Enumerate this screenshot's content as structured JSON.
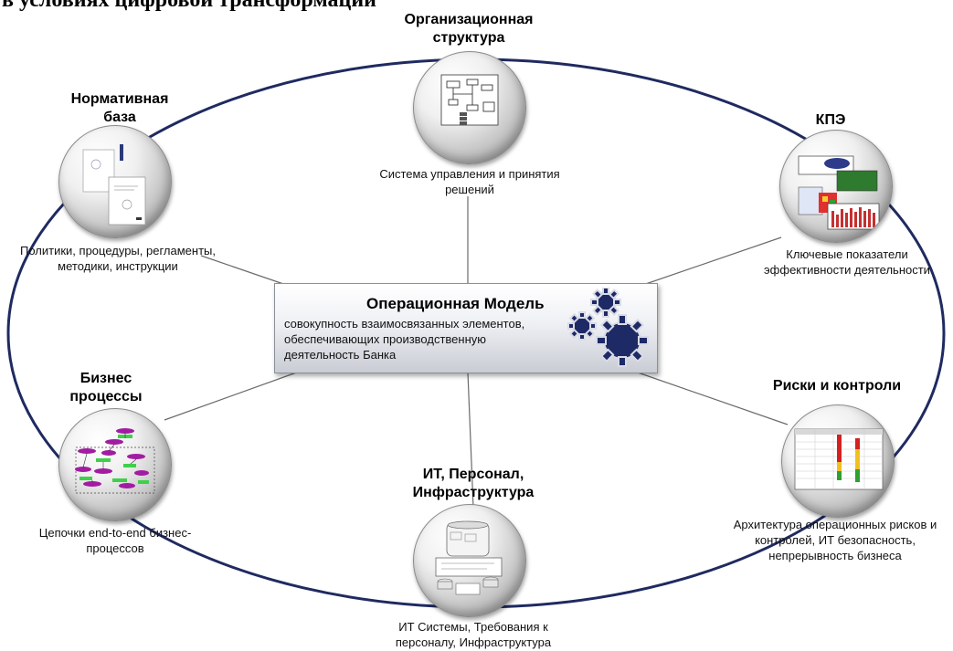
{
  "title": "в условиях цифровой трансформации",
  "center": {
    "title": "Операционная Модель",
    "description": "совокупность взаимосвязанных элементов, обеспечивающих производственную деятельность Банка"
  },
  "nodes": {
    "org": {
      "title_line1": "Организационная",
      "title_line2": "структура",
      "desc_line1": "Система управления и принятия",
      "desc_line2": "решений"
    },
    "norm": {
      "title_line1": "Нормативная",
      "title_line2": "база",
      "desc_line1": "Политики, процедуры, регламенты,",
      "desc_line2": "методики, инструкции"
    },
    "kpe": {
      "title_line1": "КПЭ",
      "desc_line1": "Ключевые показатели",
      "desc_line2": "эффективности деятельности"
    },
    "bp": {
      "title_line1": "Бизнес",
      "title_line2": "процессы",
      "desc_line1": "Цепочки end-to-end бизнес-",
      "desc_line2": "процессов"
    },
    "risk": {
      "title_line1": "Риски и контроли",
      "desc_line1": "Архитектура операционных рисков и",
      "desc_line2": "контролей, ИТ безопасность,",
      "desc_line3": "непрерывность бизнеса"
    },
    "it": {
      "title_line1": "ИТ, Персонал,",
      "title_line2": "Инфраструктура",
      "desc_line1": "ИТ Системы, Требования  к",
      "desc_line2": "персоналу,  Инфраструктура"
    }
  },
  "colors": {
    "ellipse": "#1f2a60",
    "connector": "#6b6b6b",
    "gear": "#1d2a66"
  }
}
